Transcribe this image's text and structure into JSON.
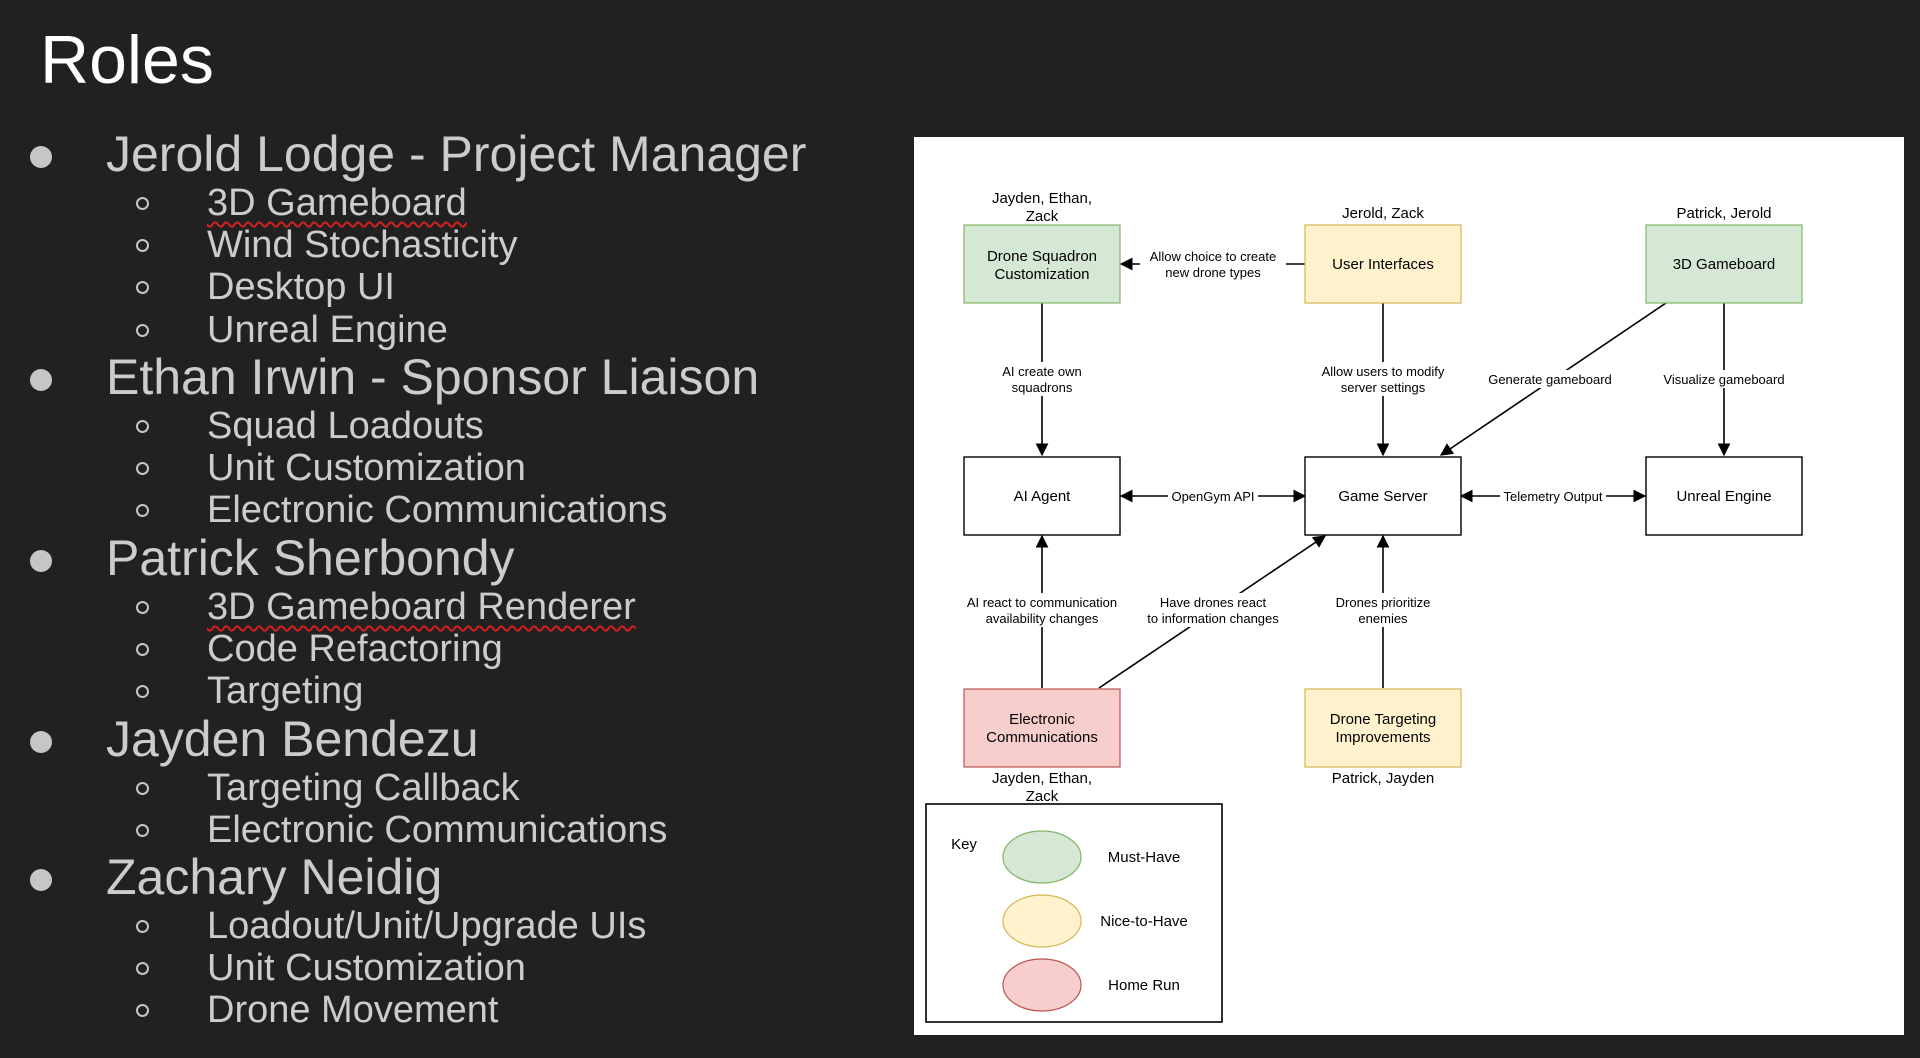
{
  "slide": {
    "title": "Roles"
  },
  "roles": [
    {
      "name": "Jerold Lodge - Project Manager",
      "tasks": [
        "3D Gameboard",
        "Wind Stochasticity",
        "Desktop UI",
        "Unreal Engine"
      ]
    },
    {
      "name": "Ethan Irwin - Sponsor Liaison",
      "tasks": [
        "Squad Loadouts",
        "Unit Customization",
        "Electronic Communications"
      ]
    },
    {
      "name": "Patrick Sherbondy",
      "tasks": [
        "3D Gameboard Renderer",
        "Code Refactoring",
        "Targeting"
      ]
    },
    {
      "name": "Jayden Bendezu",
      "tasks": [
        "Targeting Callback",
        "Electronic Communications"
      ]
    },
    {
      "name": "Zachary Neidig",
      "tasks": [
        "Loadout/Unit/Upgrade UIs",
        "Unit Customization",
        "Drone Movement"
      ]
    }
  ],
  "diagram": {
    "nodes": {
      "drone_squadron": {
        "lines": [
          "Drone Squadron",
          "Customization"
        ],
        "owners": [
          "Jayden, Ethan,",
          "Zack"
        ],
        "category": "must_have"
      },
      "user_interfaces": {
        "lines": [
          "User Interfaces"
        ],
        "owners": [
          "Jerold, Zack"
        ],
        "category": "nice_to_have"
      },
      "gameboard_3d": {
        "lines": [
          "3D Gameboard"
        ],
        "owners": [
          "Patrick, Jerold"
        ],
        "category": "must_have"
      },
      "ai_agent": {
        "lines": [
          "AI Agent"
        ],
        "category": "none"
      },
      "game_server": {
        "lines": [
          "Game Server"
        ],
        "category": "none"
      },
      "unreal_engine": {
        "lines": [
          "Unreal Engine"
        ],
        "category": "none"
      },
      "electronic_comms": {
        "lines": [
          "Electronic",
          "Communications"
        ],
        "owners": [
          "Jayden, Ethan,",
          "Zack"
        ],
        "category": "home_run"
      },
      "drone_targeting": {
        "lines": [
          "Drone Targeting",
          "Improvements"
        ],
        "owners": [
          "Patrick, Jayden"
        ],
        "category": "nice_to_have"
      }
    },
    "edges": {
      "create_types": [
        "Allow choice to create",
        "new drone types"
      ],
      "ai_squadrons": [
        "AI create own",
        "squadrons"
      ],
      "modify_settings": [
        "Allow users to modify",
        "server settings"
      ],
      "generate_gameboard": [
        "Generate gameboard"
      ],
      "visualize_gameboard": [
        "Visualize gameboard"
      ],
      "opengym": [
        "OpenGym API"
      ],
      "telemetry": [
        "Telemetry Output"
      ],
      "ai_react": [
        "AI react to communication",
        "availability changes"
      ],
      "drones_react": [
        "Have drones react",
        "to information changes"
      ],
      "prioritize": [
        "Drones prioritize",
        "enemies"
      ]
    },
    "key": {
      "title": "Key",
      "items": [
        {
          "label": "Must-Have",
          "category": "must_have"
        },
        {
          "label": "Nice-to-Have",
          "category": "nice_to_have"
        },
        {
          "label": "Home Run",
          "category": "home_run"
        }
      ]
    },
    "colors": {
      "must_have_fill": "#d5e8d4",
      "must_have_stroke": "#82b366",
      "nice_to_have_fill": "#fff2cc",
      "nice_to_have_stroke": "#d6b656",
      "home_run_fill": "#f8cecc",
      "home_run_stroke": "#b85450",
      "plain_fill": "#ffffff",
      "plain_stroke": "#000000"
    }
  }
}
